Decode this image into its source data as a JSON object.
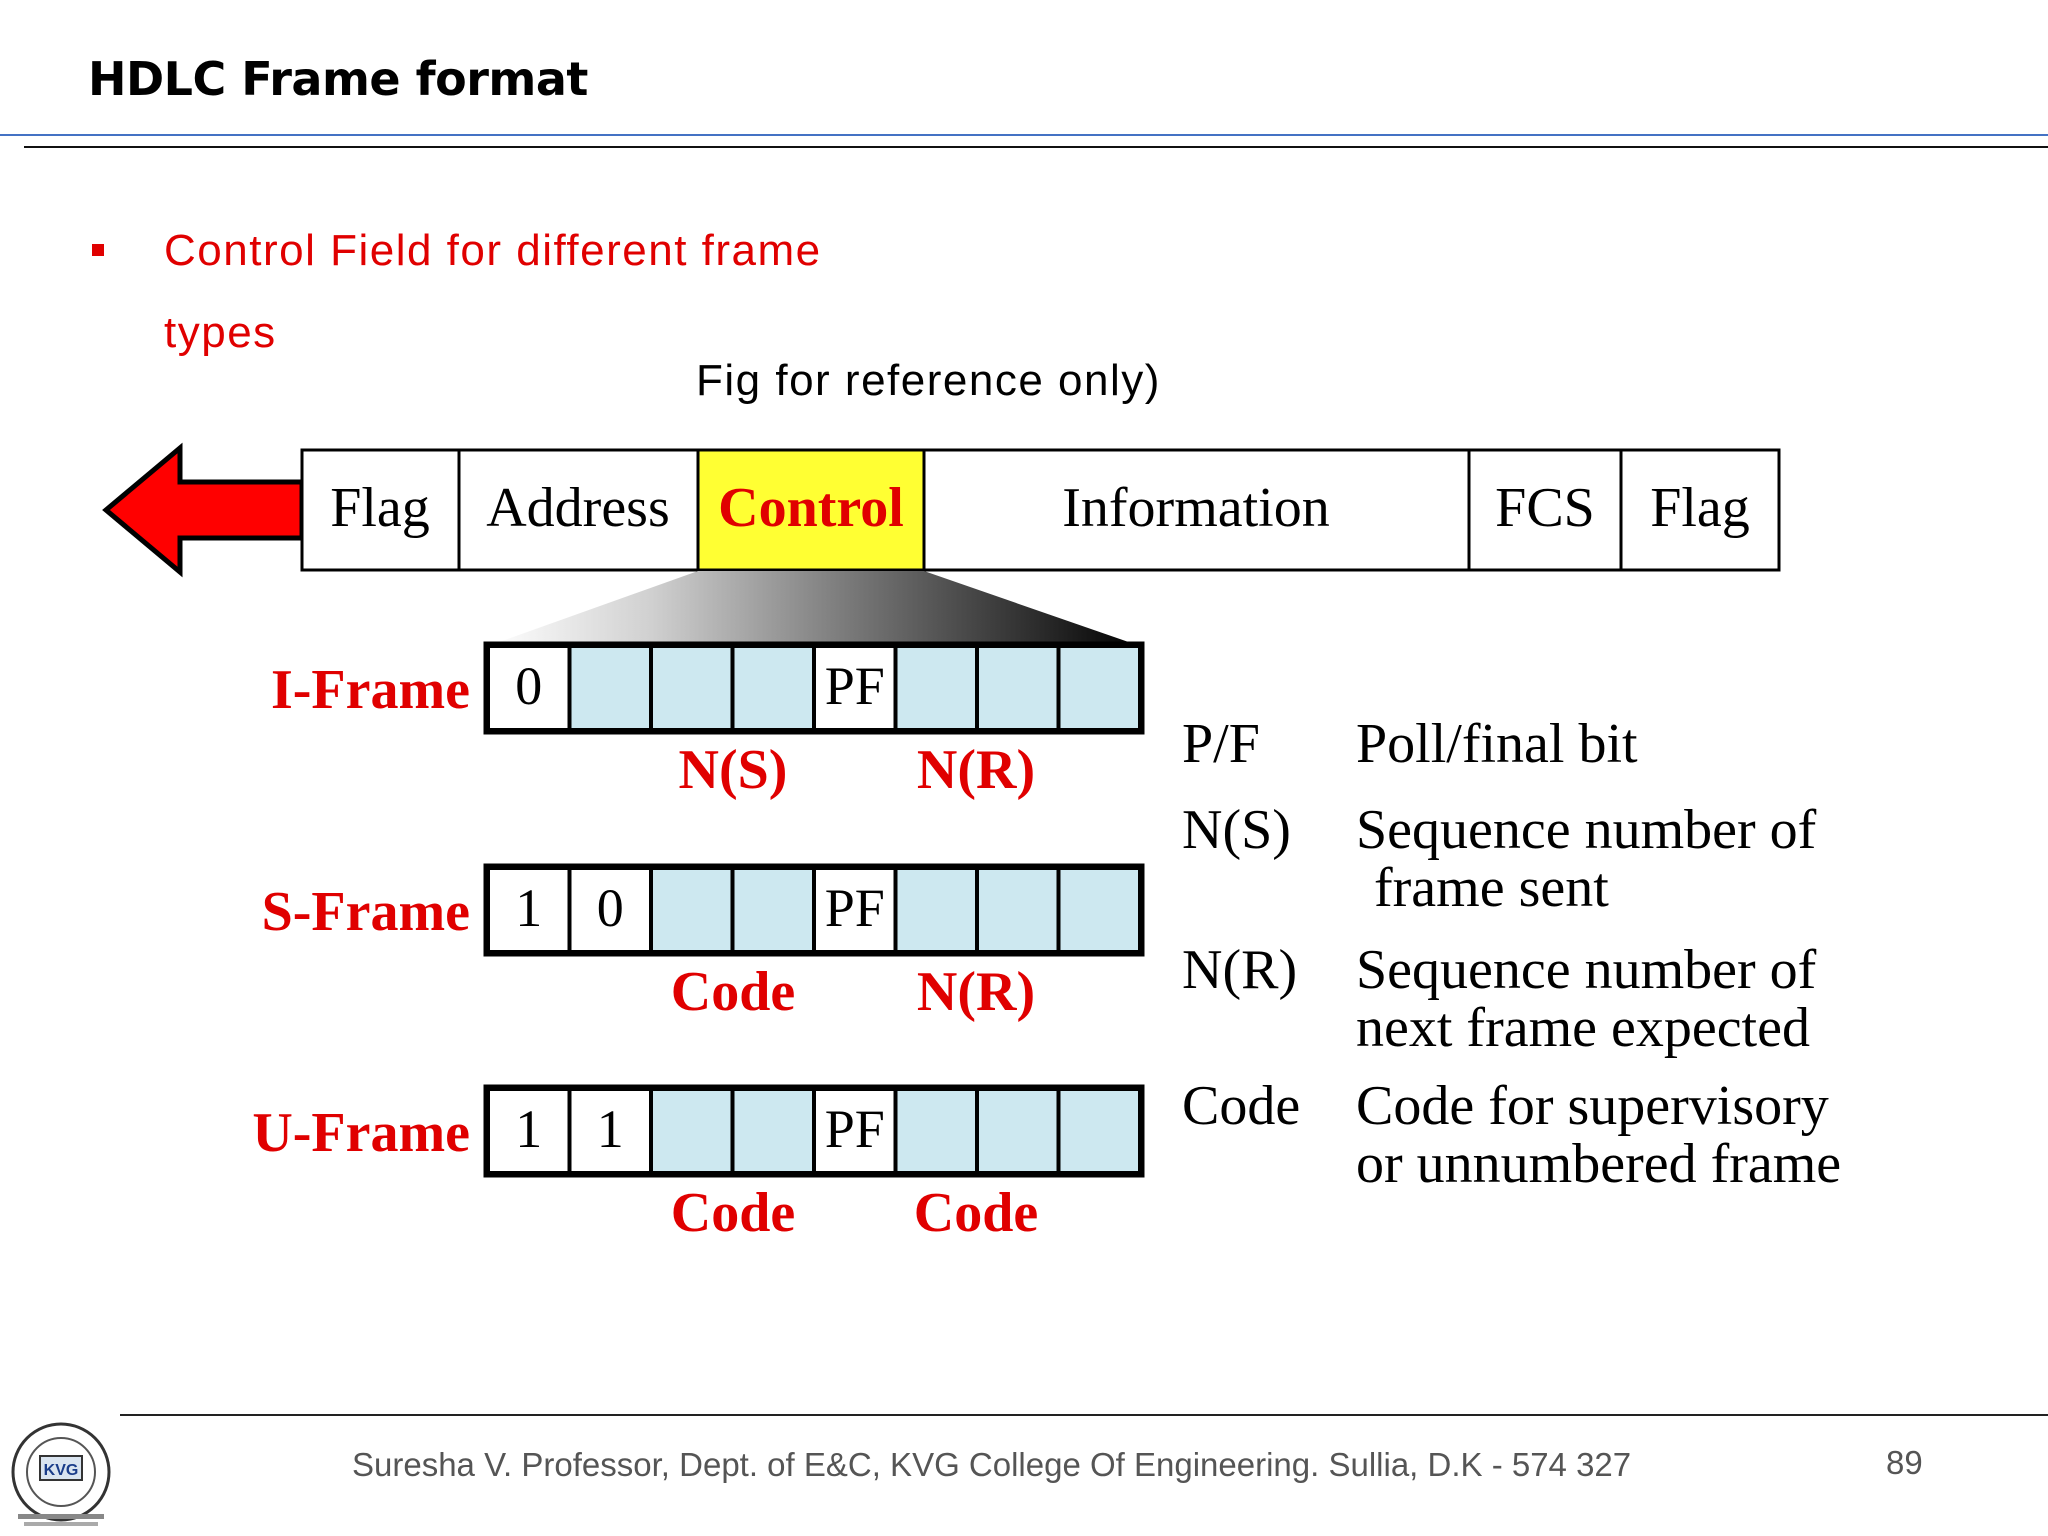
{
  "title": "HDLC Frame format",
  "bullet": {
    "line1": "Control Field for different frame",
    "line2": "types"
  },
  "figure_note": "Fig for reference only)",
  "frame_fields": [
    "Flag",
    "Address",
    "Control",
    "Information",
    "FCS",
    "Flag"
  ],
  "frames": [
    {
      "name": "I-Frame",
      "bits": [
        "0",
        "",
        "",
        "",
        "PF",
        "",
        "",
        ""
      ],
      "labels": [
        "N(S)",
        "N(R)"
      ]
    },
    {
      "name": "S-Frame",
      "bits": [
        "1",
        "0",
        "",
        "",
        "PF",
        "",
        "",
        ""
      ],
      "labels": [
        "Code",
        "N(R)"
      ]
    },
    {
      "name": "U-Frame",
      "bits": [
        "1",
        "1",
        "",
        "",
        "PF",
        "",
        "",
        ""
      ],
      "labels": [
        "Code",
        "Code"
      ]
    }
  ],
  "legend": [
    {
      "term": "P/F",
      "lines": [
        "Poll/final bit"
      ]
    },
    {
      "term": "N(S)",
      "lines": [
        "Sequence number of",
        "frame sent"
      ]
    },
    {
      "term": "N(R)",
      "lines": [
        "Sequence number of",
        "next frame expected"
      ]
    },
    {
      "term": "Code",
      "lines": [
        "Code for supervisory",
        "or unnumbered frame"
      ]
    }
  ],
  "footer": {
    "text": "Suresha V. Professor, Dept. of  E&C, KVG College Of Engineering. Sullia, D.K - 574 327",
    "page_number": "89",
    "logo_text": "KVG"
  },
  "colors": {
    "accent_red": "#e00000",
    "control_highlight": "#ffff33",
    "bit_fill": "#cde8f0",
    "rule_blue": "#4472c4"
  }
}
